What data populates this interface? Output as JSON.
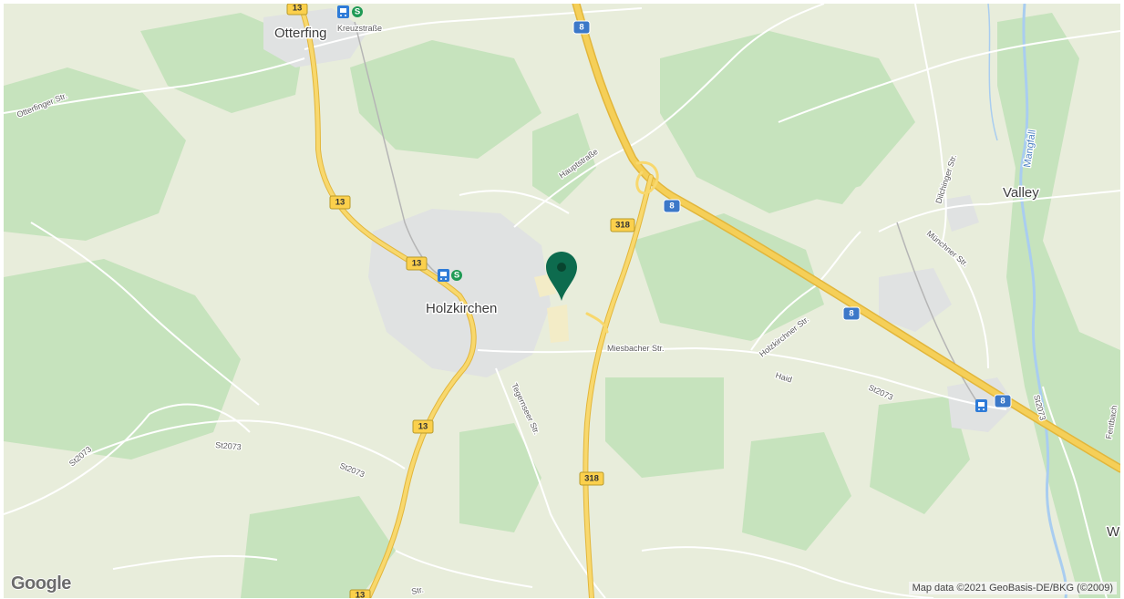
{
  "colors": {
    "land": "#e8eddb",
    "forest": "#c6e3bd",
    "urban": "#e0e2e2",
    "highway": "#f5cf58",
    "minor_road": "#ffffff",
    "river": "#a9cdf0",
    "shield_yellow": "#fbd04c",
    "shield_blue": "#3c78c8",
    "marker": "#0d6b4e",
    "transit_blue": "#2e7bd8",
    "transit_green": "#1f9a54"
  },
  "places": {
    "otterfing": "Otterfing",
    "holzkirchen": "Holzkirchen",
    "valley": "Valley",
    "w_partial": "W"
  },
  "streets": {
    "kreuzstrasse": "Kreuzstraße",
    "otterfinger_str": "Otterfinger Str.",
    "hauptstrasse": "Hauptstraße",
    "miesbacher_str": "Miesbacher Str.",
    "holzkirchner_str": "Holzkirchner Str.",
    "haid": "Haid",
    "st2073_east": "St2073",
    "st2073_west": "St2073",
    "st2073_southwest": "St2073",
    "st2073_far_east": "St2073",
    "tegernseer_str": "Tegernseer Str.",
    "dilchinger_str": "Dilchinger Str.",
    "muenchner_str": "Münchner Str.",
    "fentbach_partial": "Fentbach",
    "str_bottom": "Str."
  },
  "rivers": {
    "mangfall": "Mangfall"
  },
  "shields": {
    "b13_top": "13",
    "b13_mid": "13",
    "b13_town": "13",
    "b13_south": "13",
    "b13_bottom": "13",
    "a8_top": "8",
    "a8_mid": "8",
    "a8_east": "8",
    "a8_far": "8",
    "b318_north": "318",
    "b318_south": "318"
  },
  "icons": {
    "marker": "map-pin-icon",
    "train": "train-station-icon",
    "sbahn": "s-bahn-icon"
  },
  "attribution": "Map data ©2021 GeoBasis-DE/BKG (©2009)",
  "logo": "Google"
}
